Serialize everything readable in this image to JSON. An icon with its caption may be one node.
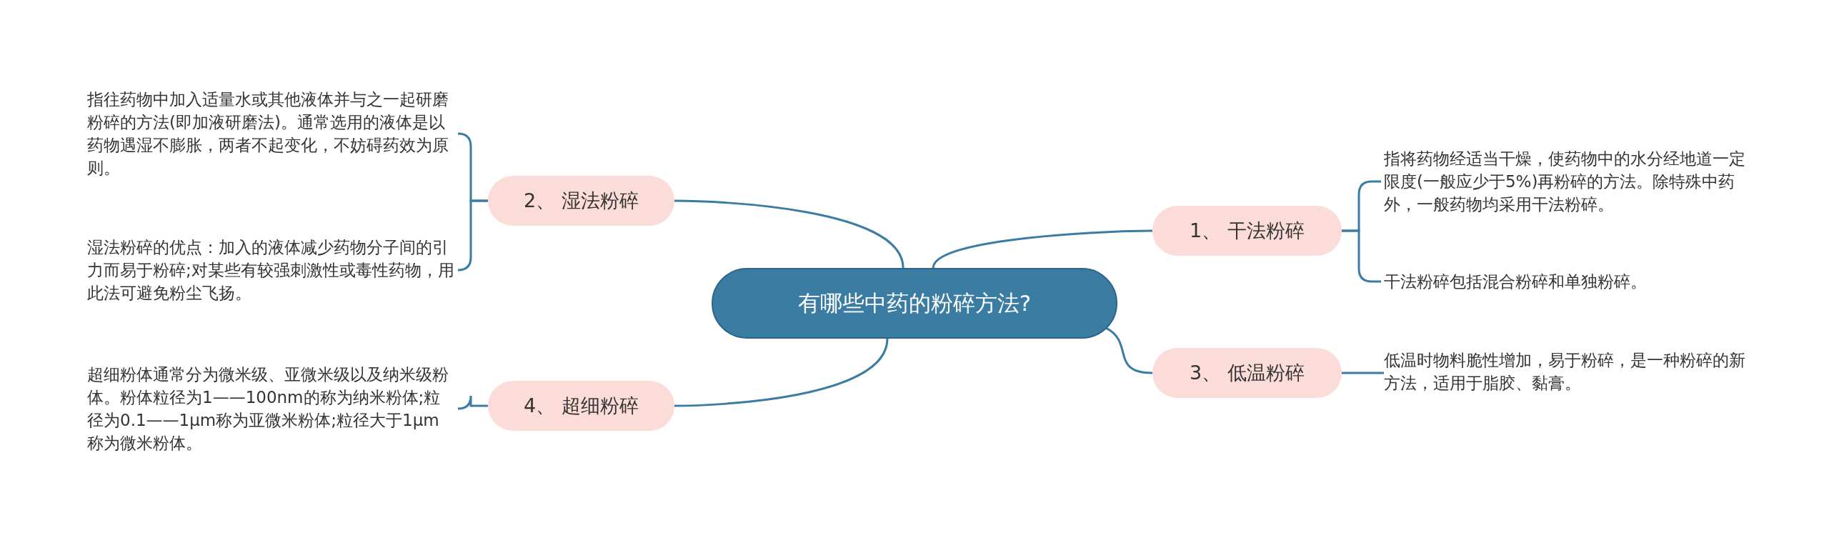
{
  "diagram": {
    "nodes": [
      {
        "text": [
          "有哪些中药的粉碎方法?"
        ]
      },
      {
        "text": [
          "1、 干法粉碎"
        ]
      },
      {
        "text": [
          "指将药物经适当干燥，使药物中的水分经地道一定限度(一般应少于5%)再粉碎的方法。除特殊中药外，一般药物均采用干法粉碎。"
        ]
      },
      {
        "text": [
          "干法粉碎包括混合粉碎和单独粉碎。"
        ]
      },
      {
        "text": [
          "2、 湿法粉碎"
        ]
      },
      {
        "text": [
          "指往药物中加入适量水或其他液体并与之一起研磨粉碎的方法(即加液研磨法)。通常选用的液体是以药物遇湿不膨胀，两者不起变化，不妨碍药效为原则。"
        ]
      },
      {
        "text": [
          "湿法粉碎的优点：加入的液体减少药物分子间的引力而易于粉碎;对某些有较强刺激性或毒性药物，用此法可避免粉尘飞扬。"
        ]
      },
      {
        "text": [
          "3、 低温粉碎"
        ]
      },
      {
        "text": [
          "低温时物料脆性增加，易于粉碎，是一种粉碎的新方法，适用于脂胶、黏膏。"
        ]
      },
      {
        "text": [
          "4、 超细粉碎"
        ]
      },
      {
        "text": [
          "超细粉体通常分为微米级、亚微米级以及纳米级粉体。粉体粒径为1——100nm的称为纳米粉体;粒径为0.1——1μm称为亚微米粉体;粒径大于1μm称为微米粉体。"
        ]
      }
    ],
    "edges": [
      {
        "from": 0,
        "to": 1,
        "arrow": "none"
      },
      {
        "from": 1,
        "to": 2,
        "arrow": "none"
      },
      {
        "from": 1,
        "to": 3,
        "arrow": "none"
      },
      {
        "from": 0,
        "to": 4,
        "arrow": "none"
      },
      {
        "from": 4,
        "to": 5,
        "arrow": "none"
      },
      {
        "from": 4,
        "to": 6,
        "arrow": "none"
      },
      {
        "from": 0,
        "to": 7,
        "arrow": "none"
      },
      {
        "from": 7,
        "to": 8,
        "arrow": "none"
      },
      {
        "from": 0,
        "to": 9,
        "arrow": "none"
      },
      {
        "from": 9,
        "to": 10,
        "arrow": "none"
      }
    ]
  }
}
